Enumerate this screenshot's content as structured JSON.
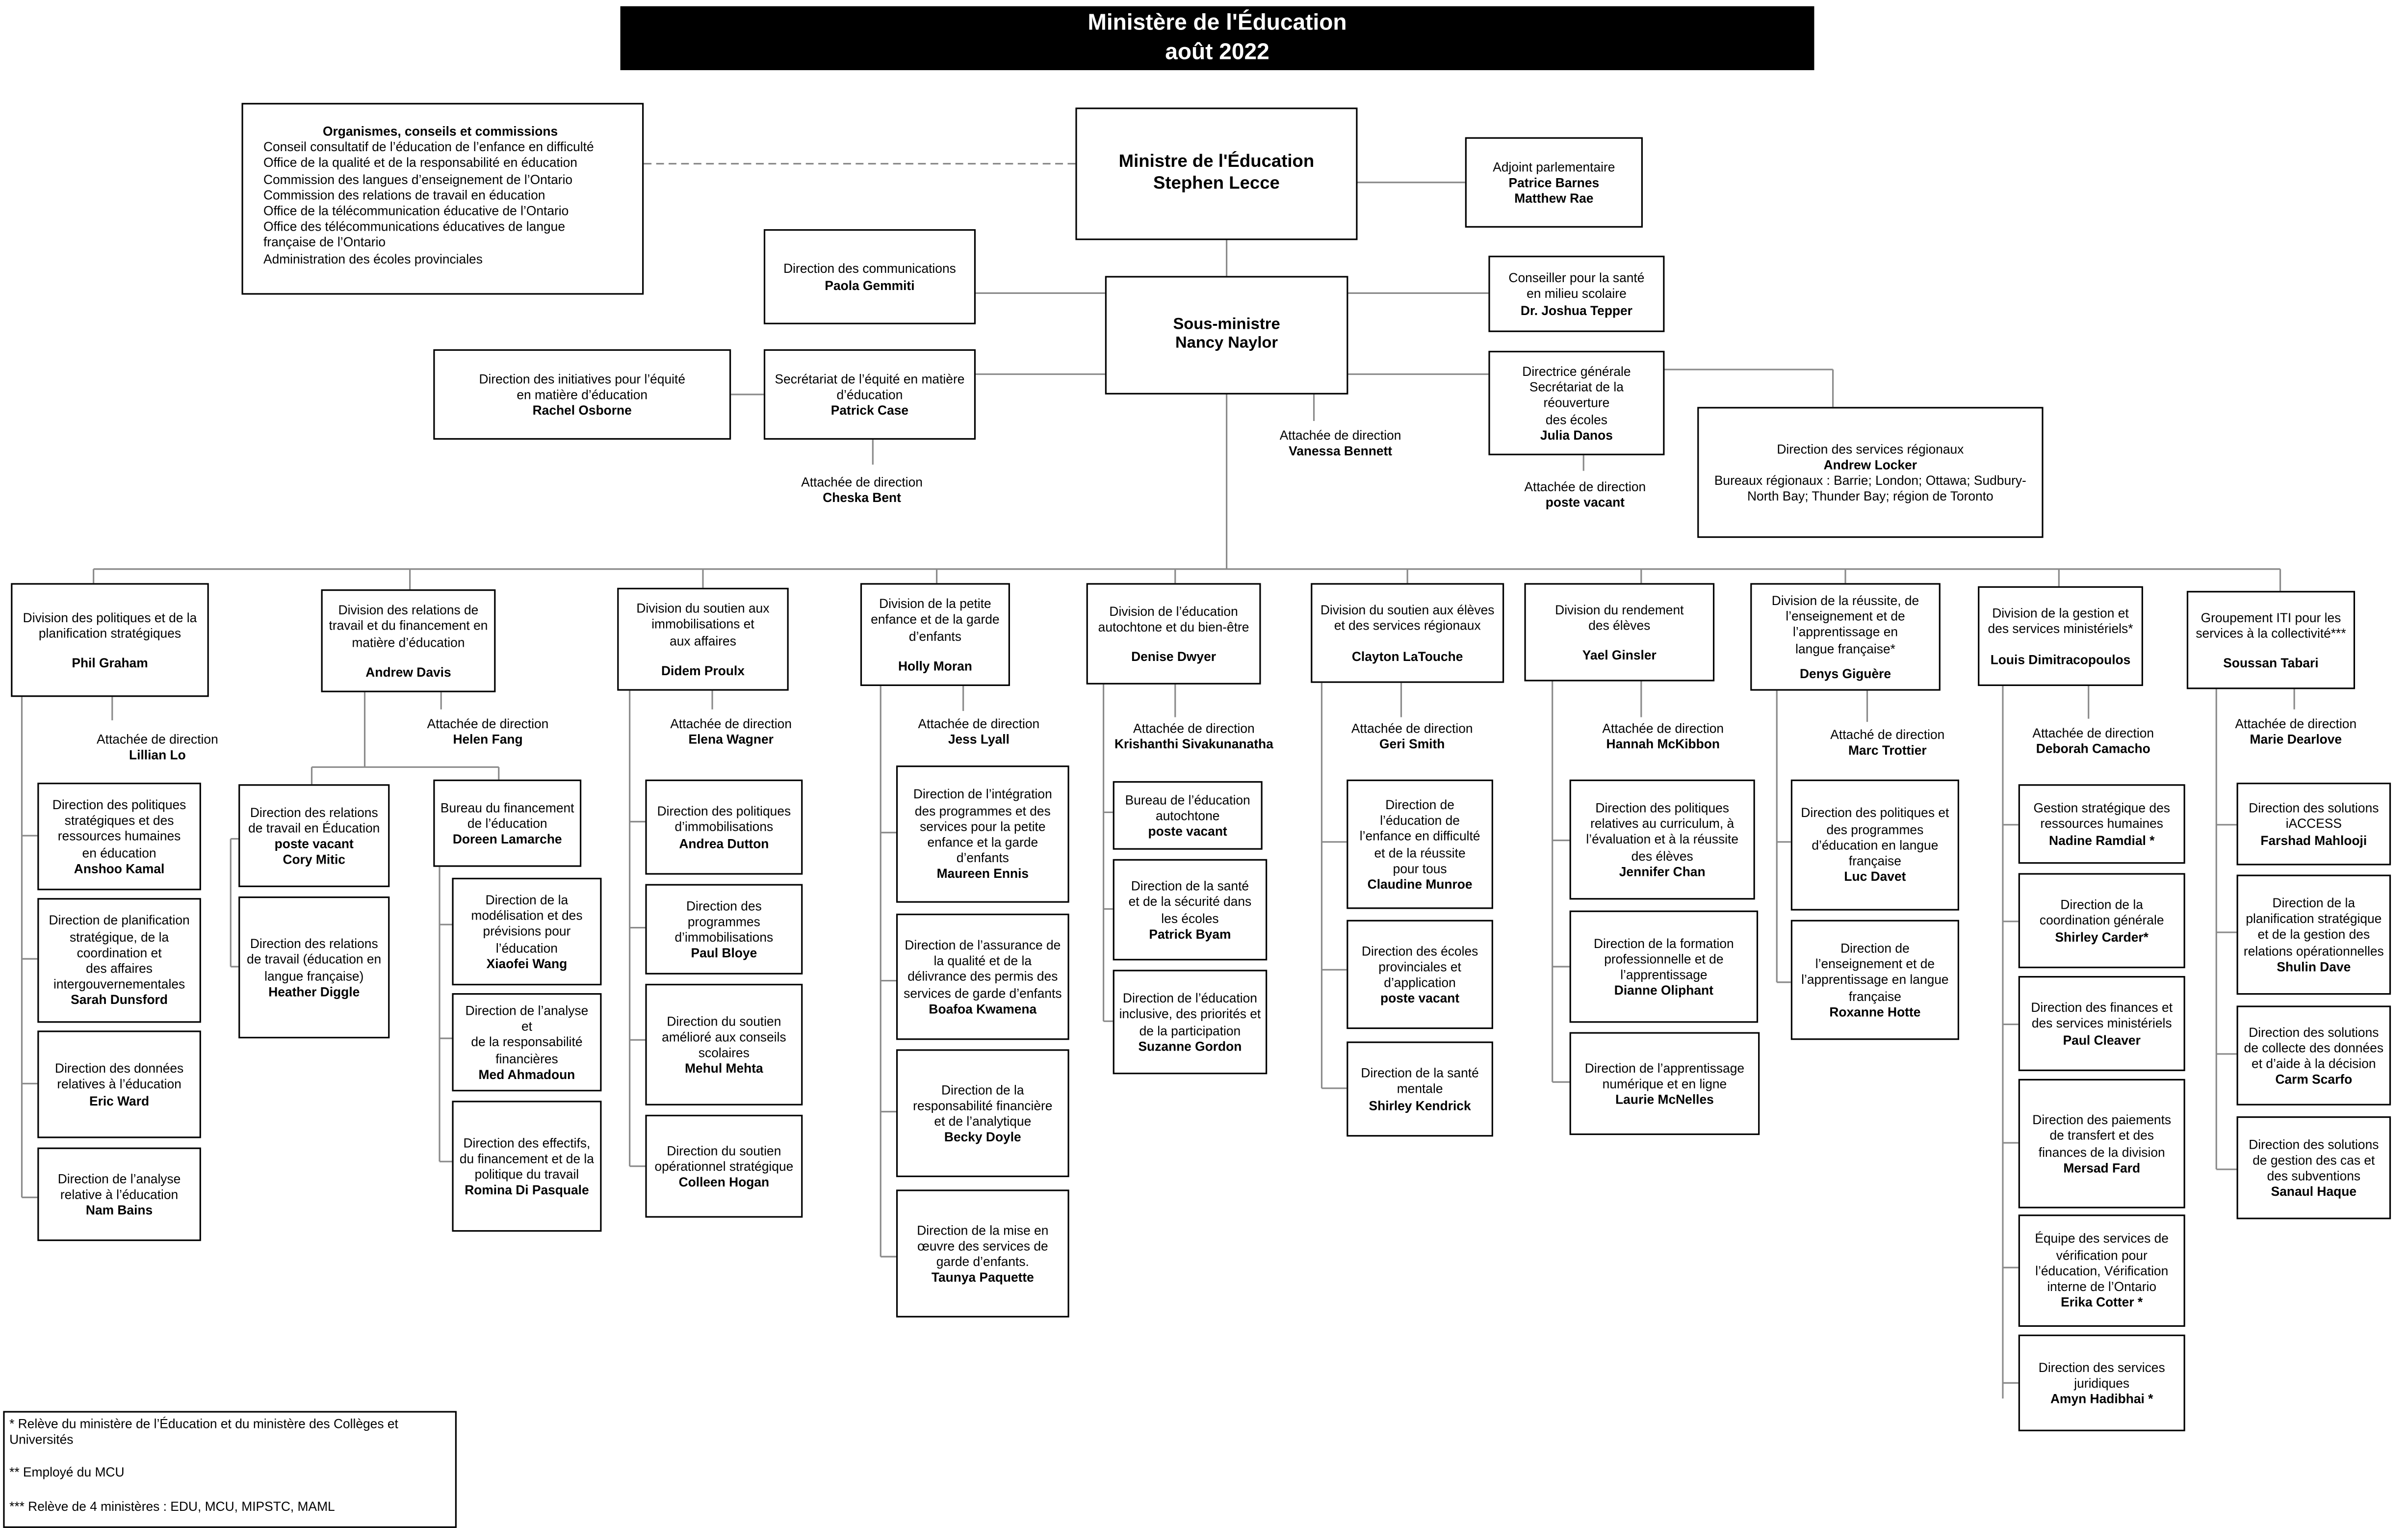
{
  "header": {
    "line1": "Ministère de l'Éducation",
    "line2": "août 2022"
  },
  "top": {
    "minister": {
      "title": "Ministre de l'Éducation",
      "name": "Stephen Lecce"
    },
    "agencies": {
      "title": "Organismes, conseils et commissions",
      "items": [
        "Conseil consultatif de l’éducation de l’enfance en difficulté",
        "Office de la qualité et de la responsabilité en éducation",
        "Commission des langues d’enseignement de l’Ontario",
        "Commission des relations de travail en éducation",
        "Office de la télécommunication éducative de l’Ontario",
        "Office des télécommunications éducatives de langue",
        "française de l’Ontario",
        "Administration des écoles provinciales"
      ]
    },
    "parliamentary_assistant": {
      "title": "Adjoint parlementaire",
      "names": [
        "Patrice Barnes",
        "Matthew Rae"
      ]
    },
    "communications": {
      "title": "Direction des communications",
      "name": "Paola Gemmiti"
    },
    "deputy": {
      "title": "Sous-ministre",
      "name": "Nancy Naylor"
    },
    "health_advisor": {
      "title_lines": [
        "Conseiller pour la santé",
        "en milieu scolaire"
      ],
      "name": "Dr. Joshua Tepper"
    },
    "equity_initiatives": {
      "title_lines": [
        "Direction des initiatives pour l’équité",
        "en matière d’éducation"
      ],
      "name": "Rachel Osborne"
    },
    "equity_secretariat": {
      "title_lines": [
        "Secrétariat de l’équité en matière",
        "d’éducation"
      ],
      "name": "Patrick Case"
    },
    "reopening": {
      "title_lines": [
        "Directrice générale",
        "Secrétariat de la réouverture",
        "des écoles"
      ],
      "name": "Julia Danos"
    },
    "regional_services": {
      "title": "Direction des services régionaux",
      "name": "Andrew Locker",
      "sub_lines": [
        "Bureaux régionaux : Barrie; London; Ottawa; Sudbury-",
        "North Bay; Thunder Bay; région de Toronto"
      ]
    },
    "attache_deputy": {
      "title": "Attachée de direction",
      "name": "Vanessa Bennett"
    },
    "attache_equity": {
      "title": "Attachée de direction",
      "name": "Cheska Bent"
    },
    "attache_reopening": {
      "title": "Attachée de direction",
      "name": "poste vacant"
    }
  },
  "divisions": [
    {
      "title_lines": [
        "Division des politiques et de la",
        "planification stratégiques"
      ],
      "name": "Phil Graham",
      "attache": {
        "title": "Attachée de direction",
        "name": "Lillian Lo"
      },
      "branches": [
        {
          "lines": [
            "Direction des politiques",
            "stratégiques et des",
            "ressources humaines",
            "en éducation"
          ],
          "name": "Anshoo Kamal"
        },
        {
          "lines": [
            "Direction de planification",
            "stratégique, de la",
            "coordination et",
            "des affaires",
            "intergouvernementales"
          ],
          "name": "Sarah Dunsford"
        },
        {
          "lines": [
            "Direction des données",
            "relatives à l’éducation"
          ],
          "name": "Eric Ward"
        },
        {
          "lines": [
            "Direction de l’analyse",
            "relative à l’éducation"
          ],
          "name": "Nam Bains"
        }
      ]
    },
    {
      "title_lines": [
        "Division des relations de",
        "travail et du financement en",
        "matière d’éducation"
      ],
      "name": "Andrew Davis",
      "attache": {
        "title": "Attachée de direction",
        "name": "Helen Fang"
      },
      "sub_units": [
        {
          "lines": [
            "Direction des relations",
            "de travail en Éducation"
          ],
          "names": [
            "poste vacant",
            "Cory Mitic"
          ]
        },
        {
          "lines": [
            "Direction des relations",
            "de travail (éducation en",
            "langue française)"
          ],
          "names": [
            "Heather Diggle"
          ]
        },
        {
          "lines": [
            "Bureau du financement",
            "de l’éducation"
          ],
          "names": [
            "Doreen Lamarche"
          ]
        }
      ],
      "branches": [
        {
          "lines": [
            "Direction de la",
            "modélisation et des",
            "prévisions pour",
            "l’éducation"
          ],
          "name": "Xiaofei Wang"
        },
        {
          "lines": [
            "Direction de l’analyse et",
            "de la responsabilité",
            "financières"
          ],
          "name": "Med Ahmadoun"
        },
        {
          "lines": [
            "Direction des effectifs,",
            "du financement et de la",
            "politique du travail"
          ],
          "name": "Romina Di Pasquale"
        }
      ]
    },
    {
      "title_lines": [
        "Division du soutien aux",
        "immobilisations et",
        "aux affaires"
      ],
      "name": "Didem Proulx",
      "attache": {
        "title": "Attachée de direction",
        "name": "Elena Wagner"
      },
      "branches": [
        {
          "lines": [
            "Direction des politiques",
            "d’immobilisations"
          ],
          "name": "Andrea Dutton"
        },
        {
          "lines": [
            "Direction des",
            "programmes",
            "d’immobilisations"
          ],
          "name": "Paul Bloye"
        },
        {
          "lines": [
            "Direction du soutien",
            "amélioré aux conseils",
            "scolaires"
          ],
          "name": "Mehul Mehta"
        },
        {
          "lines": [
            "Direction du soutien",
            "opérationnel stratégique"
          ],
          "name": "Colleen Hogan"
        }
      ]
    },
    {
      "title_lines": [
        "Division de la petite",
        "enfance et de la garde",
        "d’enfants"
      ],
      "name": "Holly Moran",
      "attache": {
        "title": "Attachée de direction",
        "name": "Jess Lyall"
      },
      "branches": [
        {
          "lines": [
            "Direction de l’intégration",
            "des programmes et des",
            "services pour la petite",
            "enfance et la garde",
            "d’enfants"
          ],
          "name": "Maureen Ennis"
        },
        {
          "lines": [
            "Direction de l’assurance de",
            "la qualité et de la",
            "délivrance des permis des",
            "services de garde d’enfants"
          ],
          "name": "Boafoa Kwamena"
        },
        {
          "lines": [
            "Direction de la",
            "responsabilité financière",
            "et de l’analytique"
          ],
          "name": "Becky Doyle"
        },
        {
          "lines": [
            "Direction de la mise en",
            "œuvre des services de",
            "garde d’enfants."
          ],
          "name": "Taunya Paquette"
        }
      ]
    },
    {
      "title_lines": [
        "Division de l’éducation",
        "autochtone et du bien-être"
      ],
      "name": "Denise Dwyer",
      "attache": {
        "title": "Attachée de direction",
        "name": "Krishanthi Sivakunanatha"
      },
      "branches": [
        {
          "lines": [
            "Bureau de l’éducation",
            "autochtone"
          ],
          "name": "poste vacant"
        },
        {
          "lines": [
            "Direction de la santé",
            "et de la sécurité dans",
            "les écoles"
          ],
          "name": "Patrick Byam"
        },
        {
          "lines": [
            "Direction de l’éducation",
            "inclusive, des priorités et",
            "de la participation"
          ],
          "name": "Suzanne Gordon"
        }
      ]
    },
    {
      "title_lines": [
        "Division du soutien aux élèves",
        "et des services régionaux"
      ],
      "name": "Clayton LaTouche",
      "attache": {
        "title": "Attachée de direction",
        "name": "Geri Smith"
      },
      "branches": [
        {
          "lines": [
            "Direction de",
            "l’éducation de",
            "l’enfance en difficulté",
            "et de la réussite",
            "pour tous"
          ],
          "name": "Claudine Munroe"
        },
        {
          "lines": [
            "Direction des écoles",
            "provinciales et",
            "d’application"
          ],
          "name": "poste vacant"
        },
        {
          "lines": [
            "Direction de la santé",
            "mentale"
          ],
          "name": "Shirley Kendrick"
        }
      ]
    },
    {
      "title_lines": [
        "Division du rendement",
        "des élèves"
      ],
      "name": "Yael Ginsler",
      "attache": {
        "title": "Attachée de direction",
        "name": "Hannah McKibbon"
      },
      "branches": [
        {
          "lines": [
            "Direction des politiques",
            "relatives au curriculum, à",
            "l’évaluation et à la réussite",
            "des élèves"
          ],
          "name": "Jennifer Chan"
        },
        {
          "lines": [
            "Direction de la formation",
            "professionnelle et de",
            "l’apprentissage"
          ],
          "name": "Dianne Oliphant"
        },
        {
          "lines": [
            "Direction de l’apprentissage",
            "numérique et en ligne"
          ],
          "name": "Laurie McNelles"
        }
      ]
    },
    {
      "title_lines": [
        "Division de la réussite, de",
        "l’enseignement et de",
        "l’apprentissage en",
        "langue française*"
      ],
      "name": "Denys Giguère",
      "attache": {
        "title": "Attaché de direction",
        "name": "Marc Trottier"
      },
      "branches": [
        {
          "lines": [
            "Direction des politiques et",
            "des programmes",
            "d’éducation en langue",
            "française"
          ],
          "name": "Luc Davet"
        },
        {
          "lines": [
            "Direction de",
            "l’enseignement et de",
            "l’apprentissage en langue",
            "française"
          ],
          "name": "Roxanne Hotte"
        }
      ]
    },
    {
      "title_lines": [
        "Division de la gestion et",
        "des services ministériels*"
      ],
      "name": "Louis Dimitracopoulos",
      "attache": {
        "title": "Attachée de direction",
        "name": "Deborah Camacho"
      },
      "branches": [
        {
          "lines": [
            "Gestion stratégique des",
            "ressources humaines"
          ],
          "name": "Nadine Ramdial *"
        },
        {
          "lines": [
            "Direction de la",
            "coordination générale"
          ],
          "name": "Shirley Carder*"
        },
        {
          "lines": [
            "Direction des finances et",
            "des services ministériels"
          ],
          "name": "Paul Cleaver"
        },
        {
          "lines": [
            "Direction des paiements",
            "de transfert et des",
            "finances de la division"
          ],
          "name": "Mersad Fard"
        },
        {
          "lines": [
            "Équipe des services de",
            "vérification pour",
            "l’éducation, Vérification",
            "interne de l’Ontario"
          ],
          "name": "Erika Cotter *"
        },
        {
          "lines": [
            "Direction des services",
            "juridiques"
          ],
          "name": "Amyn Hadibhai *"
        }
      ]
    },
    {
      "title_lines": [
        "Groupement ITI pour les",
        "services à la collectivité***"
      ],
      "name": "Soussan Tabari",
      "attache": {
        "title": "Attachée de direction",
        "name": "Marie Dearlove"
      },
      "branches": [
        {
          "lines": [
            "Direction des solutions",
            "iACCESS"
          ],
          "name": "Farshad Mahlooji"
        },
        {
          "lines": [
            "Direction de la",
            "planification stratégique",
            "et de la gestion des",
            "relations opérationnelles"
          ],
          "name": "Shulin Dave"
        },
        {
          "lines": [
            "Direction des solutions",
            "de collecte des données",
            "et d’aide à la décision"
          ],
          "name": "Carm Scarfo"
        },
        {
          "lines": [
            "Direction des solutions",
            "de gestion des cas et",
            "des subventions"
          ],
          "name": "Sanaul Haque"
        }
      ]
    }
  ],
  "notes": [
    "* Relève du ministère de l’Éducation et du ministère des Collèges et Universités",
    "** Employé du MCU",
    "*** Relève de 4 ministères : EDU, MCU, MIPSTC, MAML"
  ]
}
